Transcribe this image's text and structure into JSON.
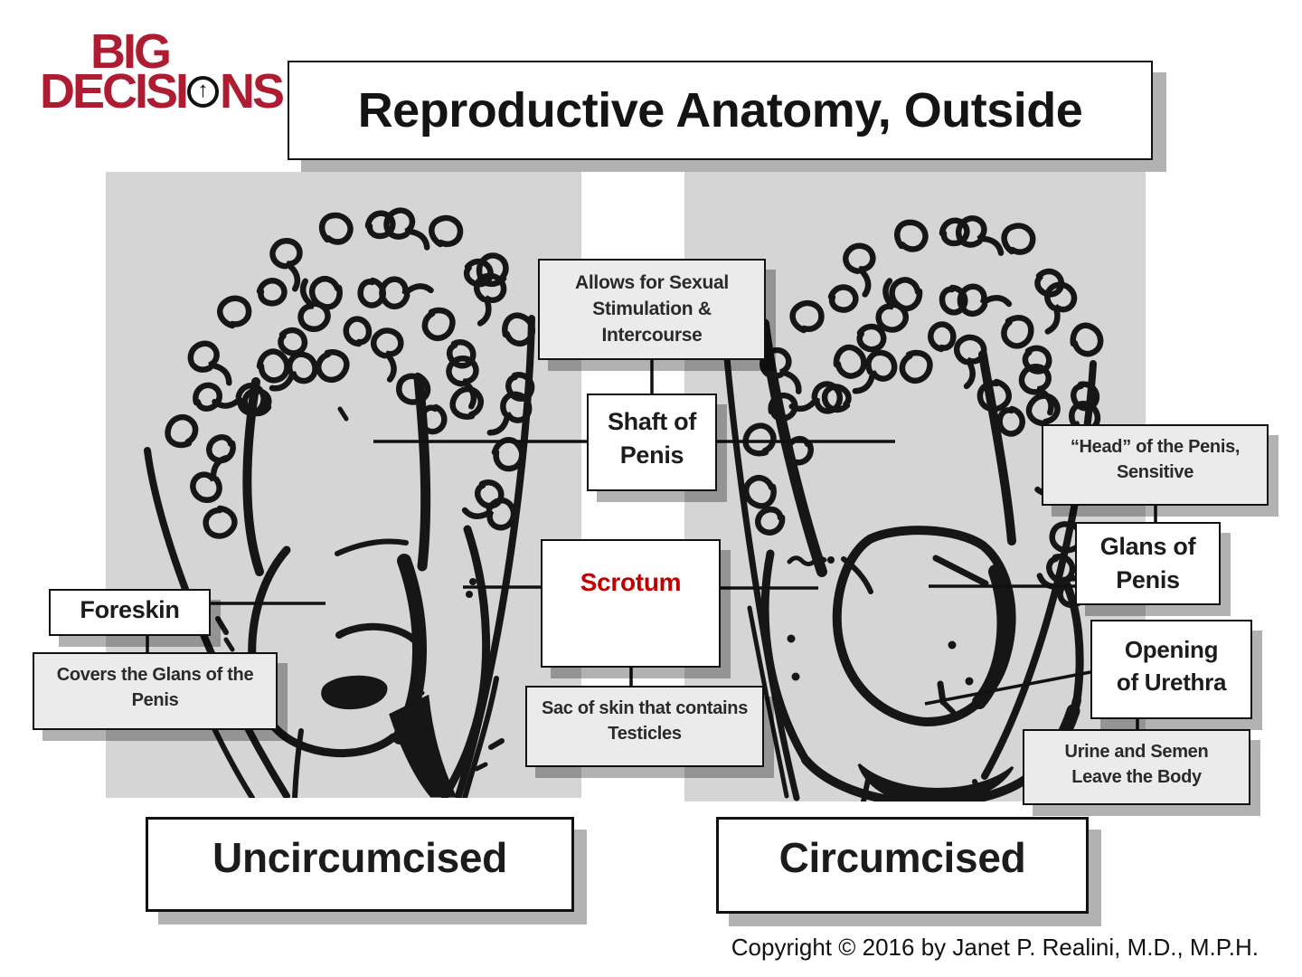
{
  "logo": {
    "word1": "BIG",
    "word2_part1": "DECISI",
    "word2_part2": "NS",
    "arrow_icon": "↑",
    "brand_red": "#ae1c31"
  },
  "title": "Reproductive Anatomy, Outside",
  "labels": {
    "allows": {
      "lines": [
        "Allows for Sexual",
        "Stimulation &",
        "Intercourse"
      ]
    },
    "shaft": {
      "lines": [
        "Shaft of",
        "Penis"
      ]
    },
    "scrotum": {
      "lines": [
        "Scrotum"
      ],
      "text_color": "#c00000"
    },
    "sac": {
      "lines": [
        "Sac of skin that contains",
        "Testicles"
      ]
    },
    "foreskin": {
      "lines": [
        "Foreskin"
      ]
    },
    "covers": {
      "lines": [
        "Covers the Glans of the",
        "Penis"
      ]
    },
    "head": {
      "lines": [
        "“Head” of the Penis,",
        "Sensitive"
      ]
    },
    "glans": {
      "lines": [
        "Glans of",
        "Penis"
      ]
    },
    "opening": {
      "lines": [
        "Opening",
        "of Urethra"
      ]
    },
    "urine": {
      "lines": [
        "Urine and Semen",
        "Leave the Body"
      ]
    }
  },
  "captions": {
    "left": "Uncircumcised",
    "right": "Circumcised"
  },
  "copyright": "Copyright © 2016 by Janet P. Realini, M.D., M.P.H.",
  "colors": {
    "figure_background": "#d5d5d5",
    "info_box_background": "#ebebeb",
    "ink": "#161616",
    "scrotum_label_red": "#c00000",
    "logo_red": "#ae1c31"
  }
}
